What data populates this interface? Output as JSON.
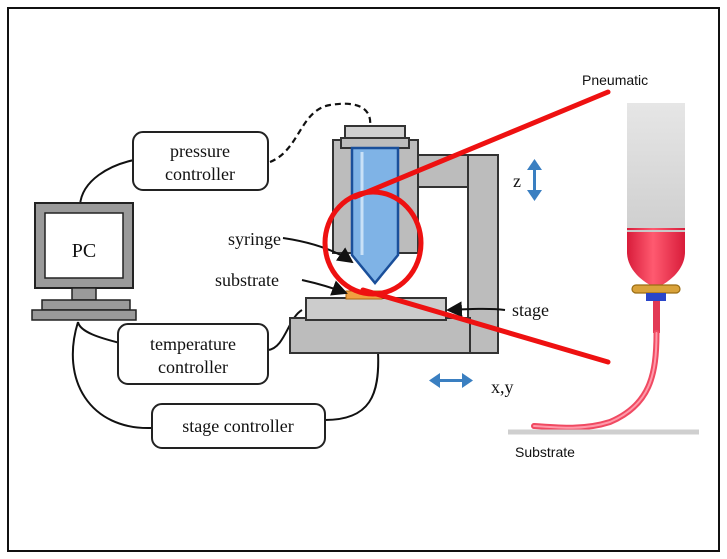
{
  "diagram": {
    "labels": {
      "pc": "PC",
      "pressure_controller_line1": "pressure",
      "pressure_controller_line2": "controller",
      "temperature_controller_line1": "temperature",
      "temperature_controller_line2": "controller",
      "stage_controller": "stage controller",
      "syringe": "syringe",
      "substrate": "substrate",
      "stage": "stage",
      "z_axis": "z",
      "xy_axis": "x,y",
      "pneumatic": "Pneumatic",
      "substrate_detail": "Substrate"
    },
    "colors": {
      "syringe": "#7fb3e6",
      "syringe_outline": "#1a4f9a",
      "frame": "#bcbcbc",
      "callout": "#ee1111",
      "nozzle_red": "#f0344c",
      "axis_arrow": "#3a7fc1",
      "substrate_pad": "#f0a040"
    }
  }
}
